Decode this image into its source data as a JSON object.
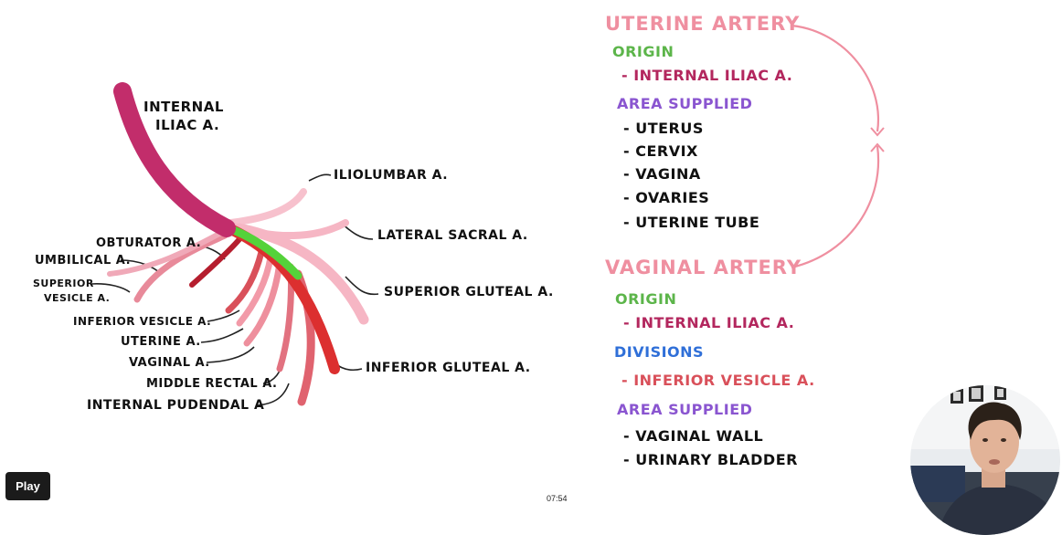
{
  "diagram": {
    "labels": {
      "internal_iliac_1": "INTERNAL",
      "internal_iliac_2": "ILIAC A.",
      "iliolumbar": "ILIOLUMBAR A.",
      "lateral_sacral": "LATERAL SACRAL A.",
      "superior_gluteal": "SUPERIOR GLUTEAL A.",
      "inferior_gluteal": "INFERIOR GLUTEAL A.",
      "obturator": "OBTURATOR A.",
      "umbilical": "UMBILICAL A.",
      "superior_vesicle_1": "SUPERIOR",
      "superior_vesicle_2": "VESICLE A.",
      "inferior_vesicle": "INFERIOR VESICLE A.",
      "uterine": "UTERINE A.",
      "vaginal": "VAGINAL A.",
      "middle_rectal": "MIDDLE RECTAL A.",
      "internal_pudendal": "INTERNAL PUDENDAL A"
    }
  },
  "notes": {
    "uterine": {
      "title": "UTERINE ARTERY",
      "origin_heading": "ORIGIN",
      "origin_item": "- INTERNAL ILIAC A.",
      "area_heading": "AREA SUPPLIED",
      "area_items": [
        "- UTERUS",
        "- CERVIX",
        "- VAGINA",
        "- OVARIES",
        "- UTERINE TUBE"
      ]
    },
    "vaginal": {
      "title": "VAGINAL ARTERY",
      "origin_heading": "ORIGIN",
      "origin_item": "- INTERNAL ILIAC A.",
      "divisions_heading": "DIVISIONS",
      "divisions_item": "- INFERIOR VESICLE A.",
      "area_heading": "AREA SUPPLIED",
      "area_items": [
        "- VAGINAL WALL",
        "- URINARY BLADDER"
      ]
    }
  },
  "player": {
    "play_label": "Play",
    "time": "07:54"
  },
  "colors": {
    "title_pink": "#ef8fa0",
    "origin_green": "#5cb54a",
    "area_purple": "#8a55d0",
    "divisions_blue": "#2f6fd8",
    "internal_iliac_magenta": "#c22d6b",
    "inferior_vesicle_red": "#d9505a"
  }
}
